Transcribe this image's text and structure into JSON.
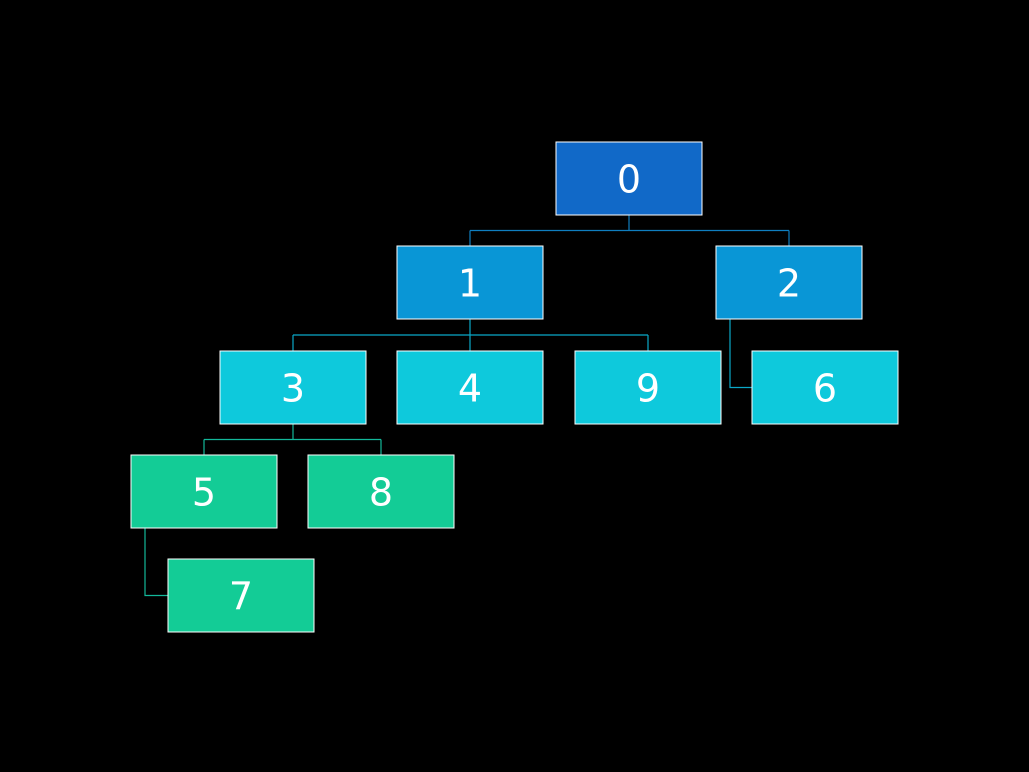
{
  "diagram": {
    "type": "org-chart-tree",
    "nodes": [
      {
        "id": "n0",
        "label": "0",
        "level": 0,
        "color": "#1169c8"
      },
      {
        "id": "n1",
        "label": "1",
        "level": 1,
        "color": "#0996d6"
      },
      {
        "id": "n2",
        "label": "2",
        "level": 1,
        "color": "#0996d6"
      },
      {
        "id": "n3",
        "label": "3",
        "level": 2,
        "color": "#0ec9dc"
      },
      {
        "id": "n4",
        "label": "4",
        "level": 2,
        "color": "#0ec9dc"
      },
      {
        "id": "n9",
        "label": "9",
        "level": 2,
        "color": "#0ec9dc"
      },
      {
        "id": "n6",
        "label": "6",
        "level": 2,
        "color": "#0ec9dc"
      },
      {
        "id": "n5",
        "label": "5",
        "level": 3,
        "color": "#13cc96"
      },
      {
        "id": "n8",
        "label": "8",
        "level": 3,
        "color": "#13cc96"
      },
      {
        "id": "n7",
        "label": "7",
        "level": 4,
        "color": "#13cc96"
      }
    ],
    "edges": [
      {
        "from": "n0",
        "to": "n1"
      },
      {
        "from": "n0",
        "to": "n2"
      },
      {
        "from": "n1",
        "to": "n3"
      },
      {
        "from": "n1",
        "to": "n4"
      },
      {
        "from": "n1",
        "to": "n9"
      },
      {
        "from": "n2",
        "to": "n6"
      },
      {
        "from": "n3",
        "to": "n5"
      },
      {
        "from": "n3",
        "to": "n8"
      },
      {
        "from": "n5",
        "to": "n7"
      }
    ],
    "connector_colors": {
      "level0": "#0f7ec0",
      "level1": "#0aa8c8",
      "level2": "#13b89a",
      "level3": "#13b89a"
    }
  }
}
